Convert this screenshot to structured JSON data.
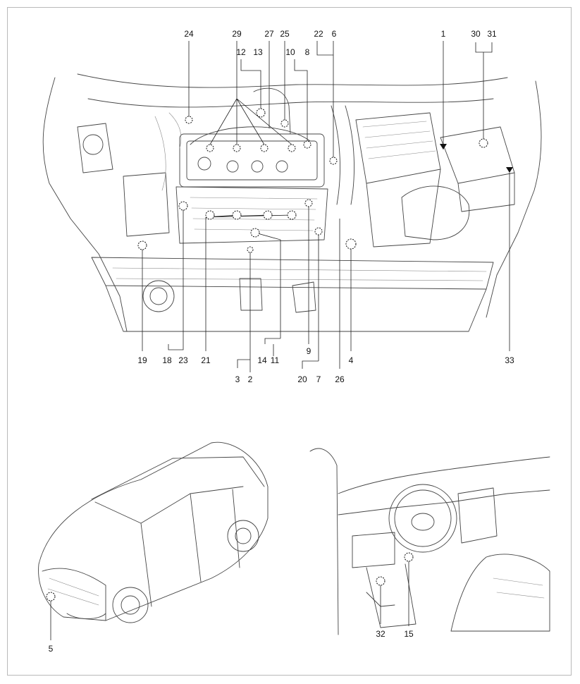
{
  "engine_callouts": [
    "24",
    "29",
    "27",
    "25",
    "22",
    "6",
    "1",
    "30",
    "31",
    "12",
    "13",
    "10",
    "8",
    "19",
    "18",
    "23",
    "21",
    "3",
    "2",
    "14",
    "11",
    "9",
    "20",
    "7",
    "26",
    "4",
    "33"
  ],
  "vehicle_callouts": [
    "5"
  ],
  "interior_callouts": [
    "32",
    "15"
  ]
}
